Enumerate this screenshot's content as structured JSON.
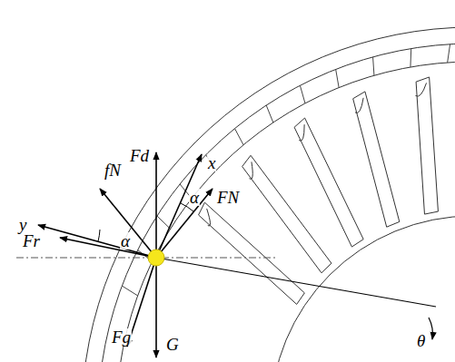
{
  "diagram": {
    "labels": [
      "Fd",
      "fN",
      "y",
      "Fr",
      "α",
      "x",
      "α",
      "FN",
      "Fg",
      "G",
      "θ"
    ]
  }
}
